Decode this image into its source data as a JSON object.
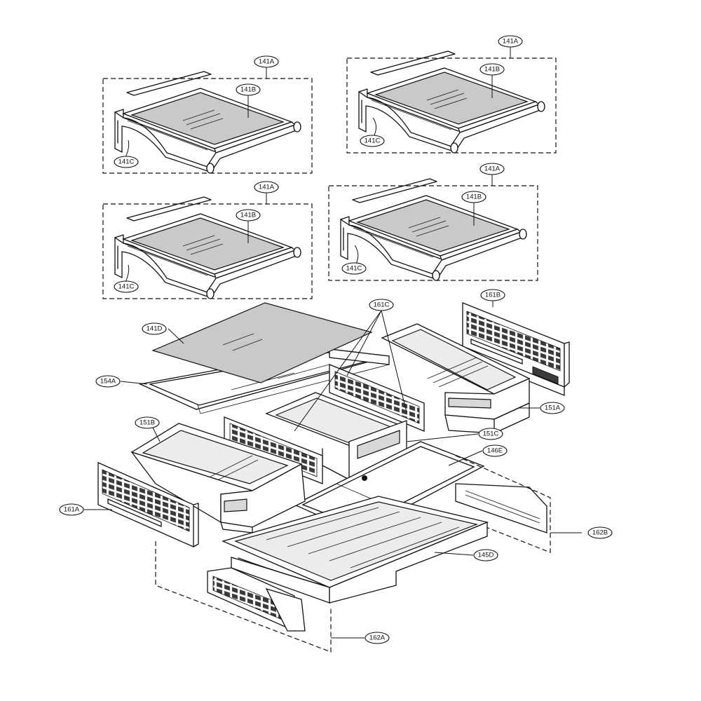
{
  "callouts": {
    "c141A_1": "141A",
    "c141B_1": "141B",
    "c141C_1": "141C",
    "c141A_2": "141A",
    "c141B_2": "141B",
    "c141C_2": "141C",
    "c141A_3": "141A",
    "c141B_3": "141B",
    "c141C_3": "141C",
    "c141A_4": "141A",
    "c141B_4": "141B",
    "c141C_4": "141C",
    "c141D": "141D",
    "c154A": "154A",
    "c161C": "161C",
    "c161B": "161B",
    "c151A": "151A",
    "c151B": "151B",
    "c151C": "151C",
    "c146E": "146E",
    "c161A": "161A",
    "c162B": "162B",
    "c145D": "145D",
    "c162A": "162A"
  }
}
